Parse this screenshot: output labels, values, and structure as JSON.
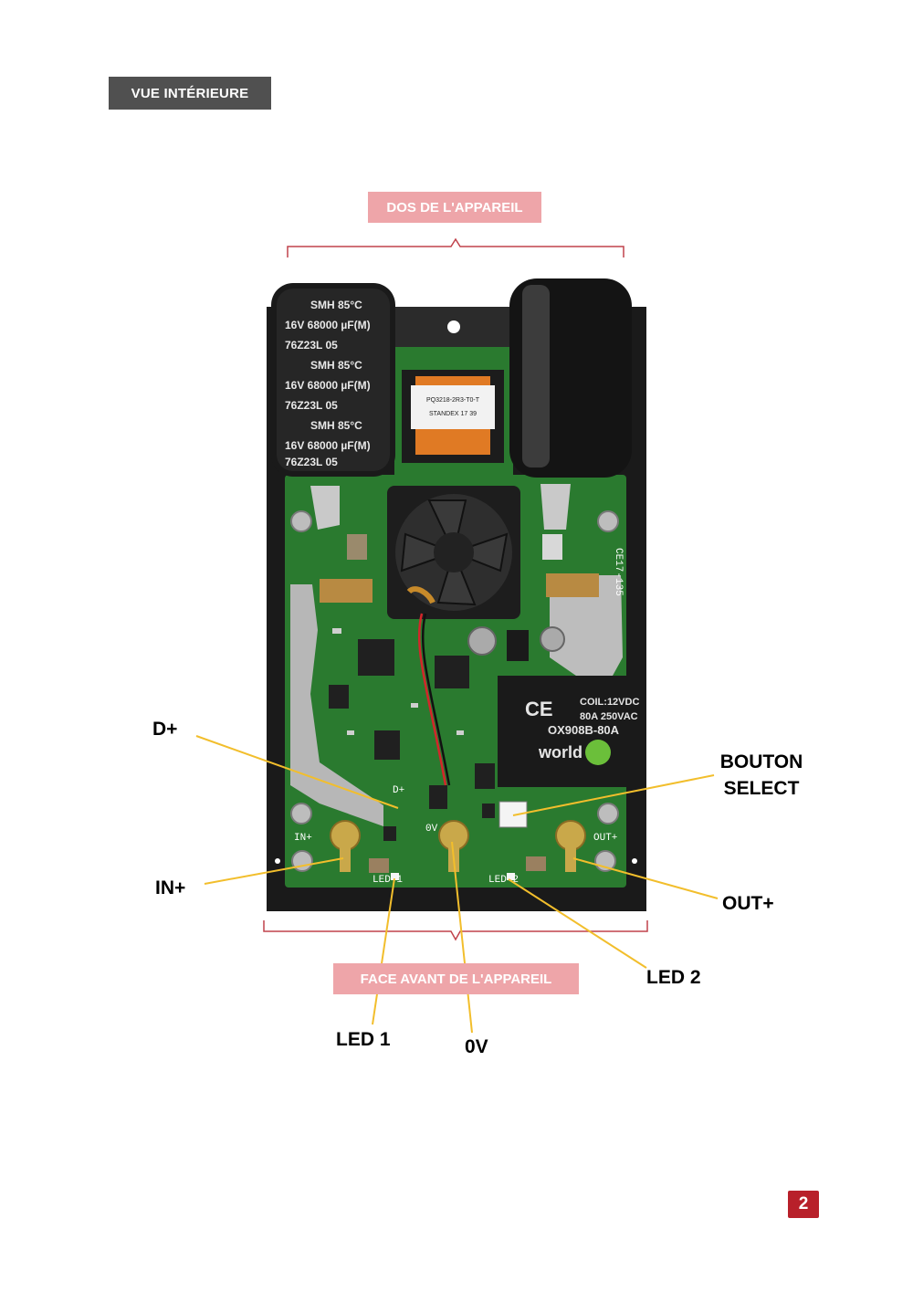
{
  "section_title": "VUE INTÉRIEURE",
  "back_label": "DOS DE L'APPAREIL",
  "front_label": "FACE AVANT DE L'APPAREIL",
  "callouts": {
    "d_plus": "D+",
    "in_plus": "IN+",
    "bouton_select_line1": "BOUTON",
    "bouton_select_line2": "SELECT",
    "out_plus": "OUT+",
    "led2": "LED 2",
    "led1": "LED 1",
    "zero_v": "0V"
  },
  "board_marks": {
    "cap_lines": [
      "SMH 85°C",
      "16V 68000 µF(M)",
      "76Z23L 05"
    ],
    "inductor_lines": [
      "PQ3218-2R3-T0-T",
      "STANDEX 17 39"
    ],
    "relay_lines": [
      "COIL:12VDC",
      "80A 250VAC",
      "OX908B-80A",
      "world"
    ],
    "pcb_ref": "CE17-135",
    "silk_in": "IN+",
    "silk_out": "OUT+",
    "silk_led1": "LED 1",
    "silk_led2": "LED 2",
    "silk_0v": "0V",
    "silk_dplus": "D+"
  },
  "page_number": "2",
  "colors": {
    "tag_gray": "#505050",
    "tag_pink": "#eea5a9",
    "bracket": "#c0424b",
    "leader": "#f2be2c",
    "pcb_green": "#2a7a2f",
    "badge_red": "#b8202a"
  }
}
